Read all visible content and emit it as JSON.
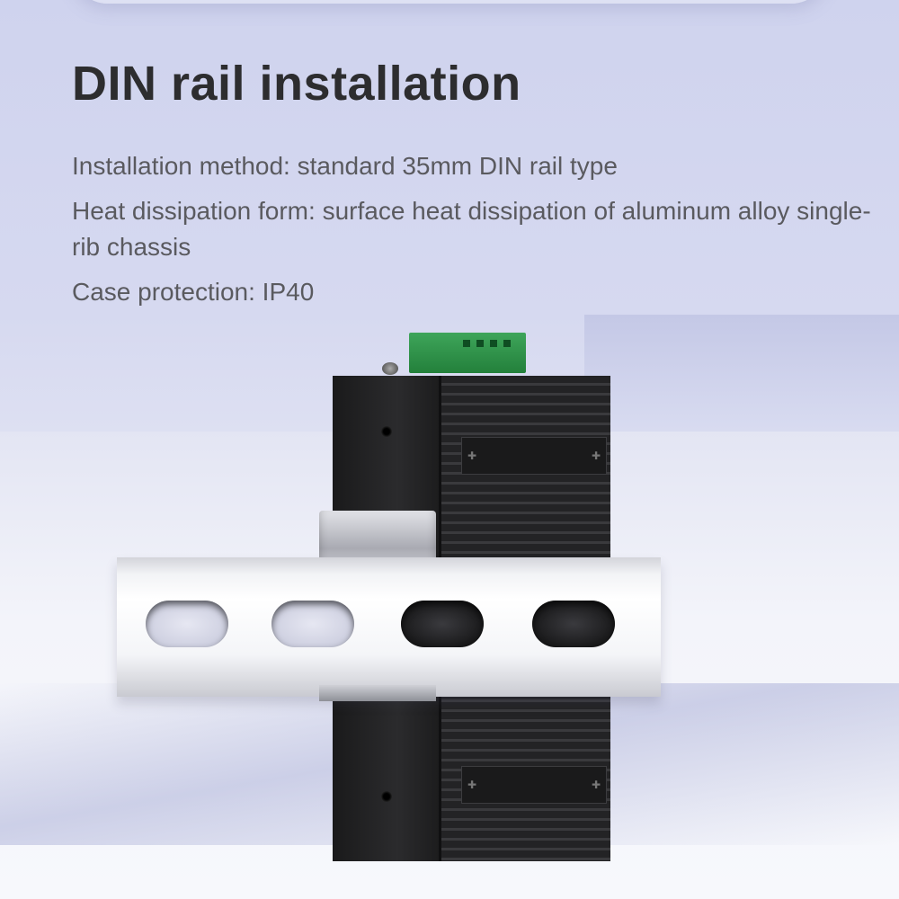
{
  "header": {
    "title": "DIN rail installation"
  },
  "specs": [
    "Installation method: standard 35mm DIN rail type",
    "Heat dissipation form: surface heat dissipation of aluminum alloy single-rib chassis",
    "Case protection: IP40"
  ],
  "product_image": {
    "description_icon": "din-rail-switch-illustration",
    "colors": {
      "chassis": "#232325",
      "terminal_block": "#2f9448",
      "rail": "#f2f3f6",
      "background": "#d6d9f0"
    }
  }
}
